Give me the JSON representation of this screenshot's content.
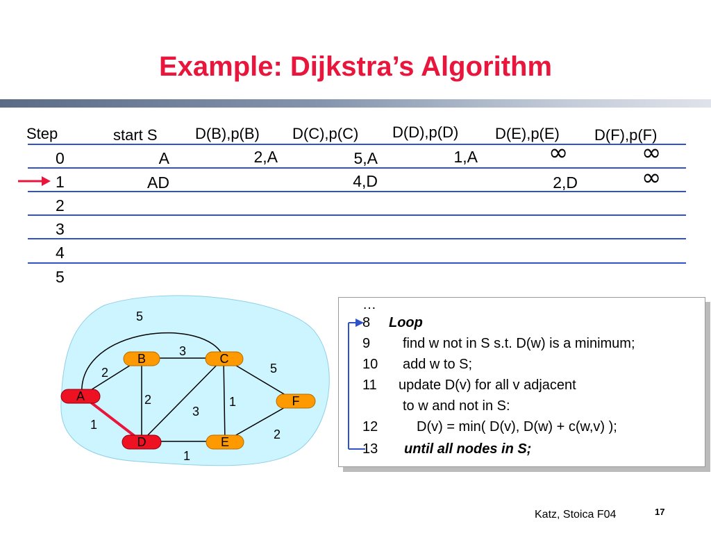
{
  "title": "Example: Dijkstra’s Algorithm",
  "table": {
    "headers": [
      "Step",
      "start S",
      "D(B),p(B)",
      "D(C),p(C)",
      "D(D),p(D)",
      "D(E),p(E)",
      "D(F),p(F)"
    ],
    "steps": [
      "0",
      "1",
      "2",
      "3",
      "4",
      "5"
    ],
    "row0": {
      "S": "A",
      "B": "2,A",
      "C": "5,A",
      "D": "1,A",
      "E": "∞",
      "F": "∞"
    },
    "row1": {
      "S": "AD",
      "C": "4,D",
      "E": "2,D",
      "F": "∞"
    }
  },
  "graph": {
    "nodes": [
      "A",
      "B",
      "C",
      "D",
      "E",
      "F"
    ],
    "edge_weights": {
      "A_C": "5",
      "B_C": "3",
      "A_B": "2",
      "C_F": "5",
      "B_D": "2",
      "D_C": "3",
      "C_E": "1",
      "A_D": "1",
      "E_F": "2",
      "D_E": "1"
    },
    "colors": {
      "highlight": "#e8163c",
      "node": "#ff9900",
      "cloud": "#ccf5ff"
    }
  },
  "code": {
    "ellipsis": "…",
    "l8_num": "8",
    "l8_text": "Loop",
    "l9_num": "9",
    "l9_text": "find w not in S s.t. D(w) is a minimum;",
    "l10_num": "10",
    "l10_text": "add w to S;",
    "l11_num": "11",
    "l11_text": "update D(v) for all v adjacent",
    "l11b_text": "to w and not in S:",
    "l12_num": "12",
    "l12_text": "D(v) = min( D(v), D(w) + c(w,v) );",
    "l13_num": "13",
    "l13_text": "until all nodes in S;"
  },
  "footer": {
    "credit": "Katz, Stoica F04",
    "page": "17"
  }
}
